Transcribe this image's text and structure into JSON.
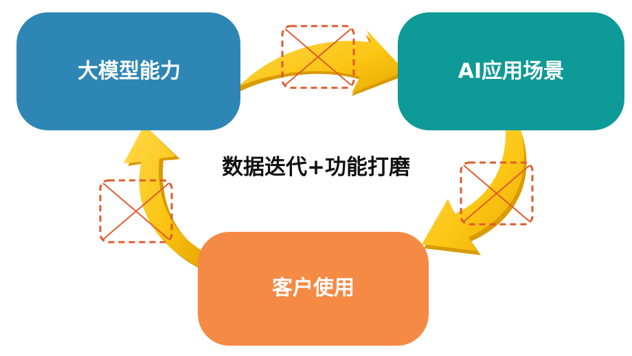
{
  "nodes": {
    "model": {
      "label": "大模型能力"
    },
    "app": {
      "label": "AI应用场景"
    },
    "client": {
      "label": "客户使用"
    }
  },
  "center_label": "数据迭代+功能打磨",
  "colors": {
    "model_box": "#2e86b5",
    "app_box": "#0e9a96",
    "client_box": "#f58a45",
    "arrow_light": "#fbc513",
    "arrow_dark": "#e3a400",
    "placeholder": "#e2592c"
  }
}
